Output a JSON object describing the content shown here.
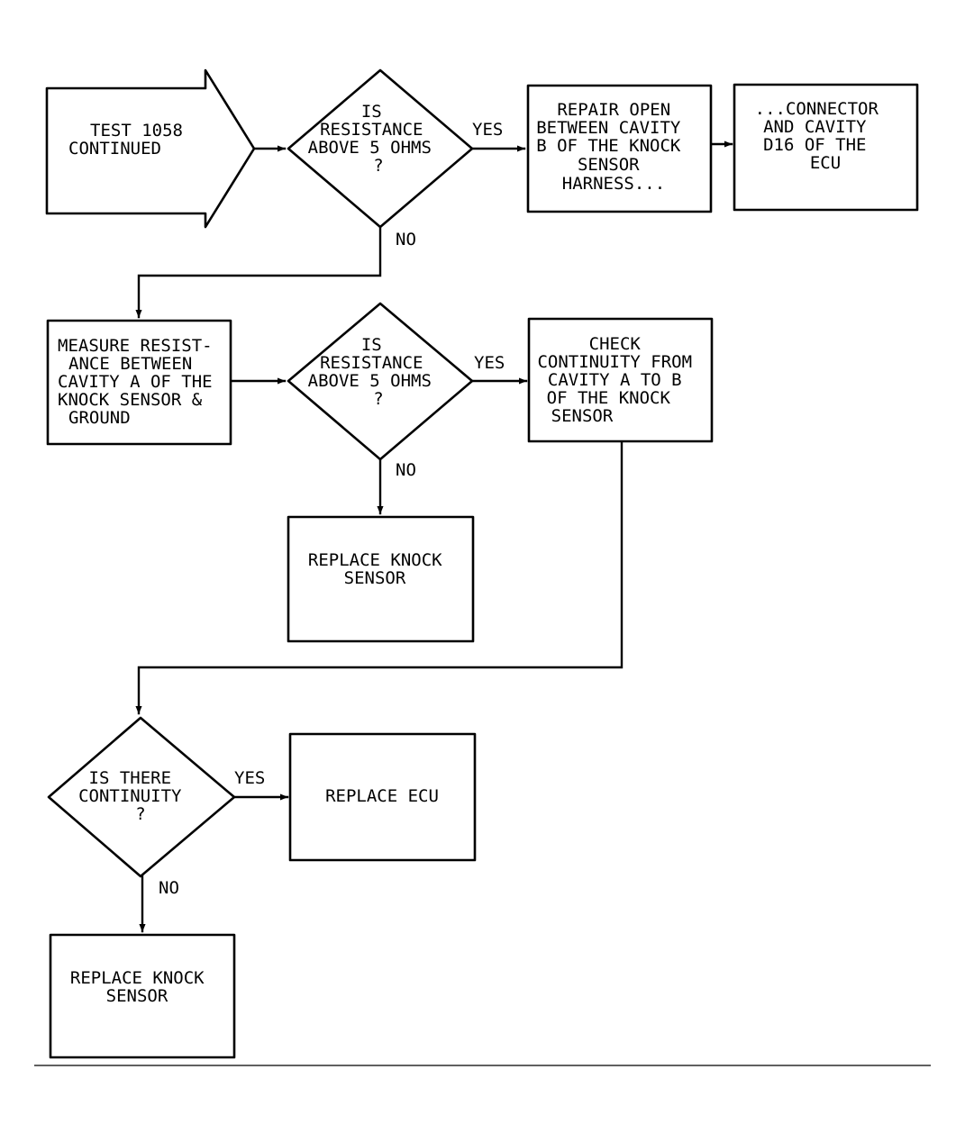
{
  "nodes": {
    "test_start": {
      "lines": [
        "TEST 1058",
        "CONTINUED"
      ]
    },
    "decision_1": {
      "lines": [
        "IS",
        "RESISTANCE",
        "ABOVE 5 OHMS",
        "?"
      ]
    },
    "repair_open": {
      "lines": [
        "REPAIR OPEN",
        "BETWEEN CAVITY",
        "B OF THE KNOCK",
        "SENSOR",
        "HARNESS..."
      ]
    },
    "connector": {
      "lines": [
        "...CONNECTOR",
        "AND CAVITY",
        "D16 OF THE",
        "ECU"
      ]
    },
    "measure": {
      "lines": [
        "MEASURE RESIST-",
        "ANCE BETWEEN",
        "CAVITY A OF THE",
        "KNOCK SENSOR &",
        "GROUND"
      ]
    },
    "decision_2": {
      "lines": [
        "IS",
        "RESISTANCE",
        "ABOVE 5 OHMS",
        "?"
      ]
    },
    "check_continuity": {
      "lines": [
        "CHECK",
        "CONTINUITY FROM",
        "CAVITY A TO B",
        "OF THE KNOCK",
        "SENSOR"
      ]
    },
    "replace_sensor_1": {
      "lines": [
        "REPLACE KNOCK",
        "SENSOR"
      ]
    },
    "decision_3": {
      "lines": [
        "IS THERE",
        "CONTINUITY",
        "?"
      ]
    },
    "replace_ecu": {
      "lines": [
        "REPLACE ECU"
      ]
    },
    "replace_sensor_2": {
      "lines": [
        "REPLACE KNOCK",
        "SENSOR"
      ]
    }
  },
  "edge_labels": {
    "d1_yes": "YES",
    "d1_no": "NO",
    "d2_yes": "YES",
    "d2_no": "NO",
    "d3_yes": "YES",
    "d3_no": "NO"
  }
}
